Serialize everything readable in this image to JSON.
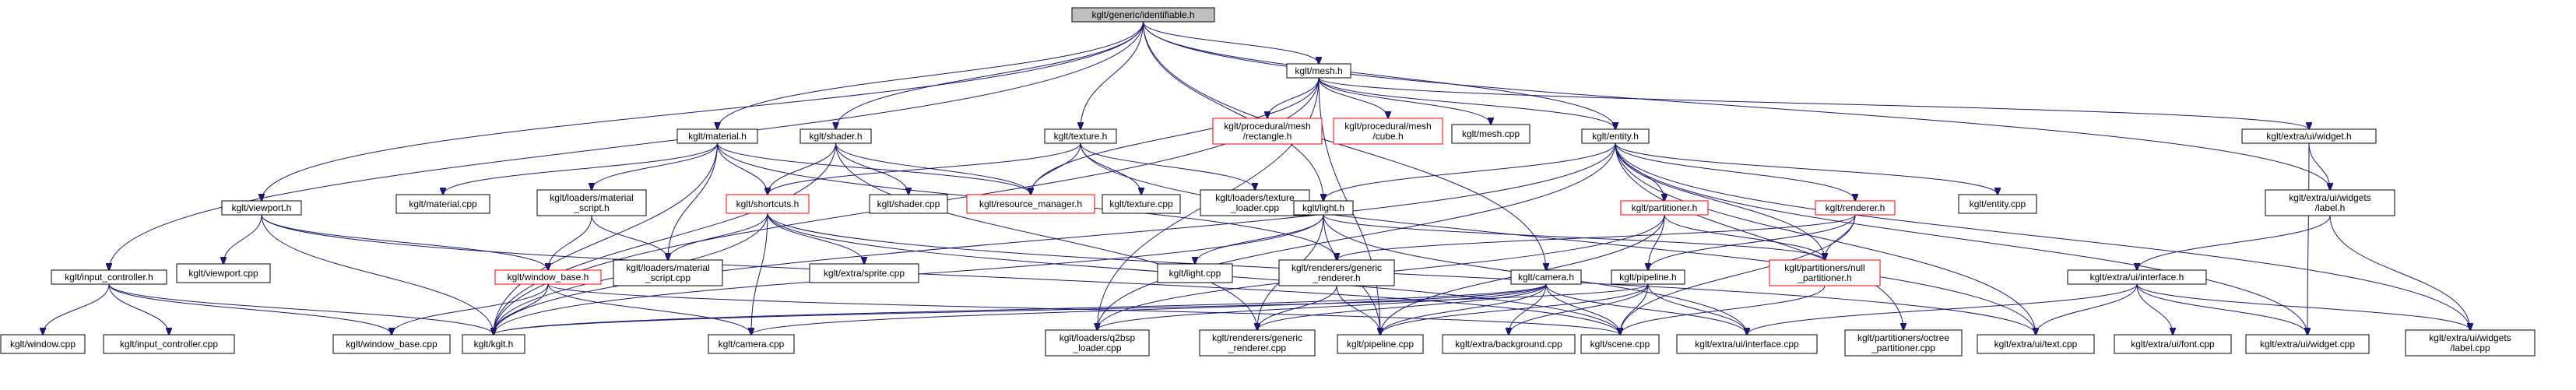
{
  "colors": {
    "edge": "#191970",
    "root_fill": "#bfbfbf",
    "red_border": "#ff0000",
    "black_border": "#000000"
  },
  "nodes": [
    {
      "id": "identifiable",
      "lines": [
        "kglt/generic/identifiable.h"
      ],
      "style": "root"
    },
    {
      "id": "mesh_h",
      "lines": [
        "kglt/mesh.h"
      ],
      "style": "black"
    },
    {
      "id": "material_h",
      "lines": [
        "kglt/material.h"
      ],
      "style": "black"
    },
    {
      "id": "shader_h",
      "lines": [
        "kglt/shader.h"
      ],
      "style": "black"
    },
    {
      "id": "texture_h",
      "lines": [
        "kglt/texture.h"
      ],
      "style": "black"
    },
    {
      "id": "proc_rect",
      "lines": [
        "kglt/procedural/mesh",
        "/rectangle.h"
      ],
      "style": "red"
    },
    {
      "id": "proc_cube",
      "lines": [
        "kglt/procedural/mesh",
        "/cube.h"
      ],
      "style": "red"
    },
    {
      "id": "mesh_cpp",
      "lines": [
        "kglt/mesh.cpp"
      ],
      "style": "black"
    },
    {
      "id": "entity_h",
      "lines": [
        "kglt/entity.h"
      ],
      "style": "black"
    },
    {
      "id": "widget_h",
      "lines": [
        "kglt/extra/ui/widget.h"
      ],
      "style": "black"
    },
    {
      "id": "viewport_h",
      "lines": [
        "kglt/viewport.h"
      ],
      "style": "black"
    },
    {
      "id": "material_cpp",
      "lines": [
        "kglt/material.cpp"
      ],
      "style": "black"
    },
    {
      "id": "mat_script_h",
      "lines": [
        "kglt/loaders/material",
        "_script.h"
      ],
      "style": "black"
    },
    {
      "id": "shortcuts_h",
      "lines": [
        "kglt/shortcuts.h"
      ],
      "style": "red"
    },
    {
      "id": "shader_cpp",
      "lines": [
        "kglt/shader.cpp"
      ],
      "style": "black"
    },
    {
      "id": "resource_mgr",
      "lines": [
        "kglt/resource_manager.h"
      ],
      "style": "red"
    },
    {
      "id": "texture_cpp",
      "lines": [
        "kglt/texture.cpp"
      ],
      "style": "black"
    },
    {
      "id": "tex_loader",
      "lines": [
        "kglt/loaders/texture",
        "_loader.cpp"
      ],
      "style": "black"
    },
    {
      "id": "light_h",
      "lines": [
        "kglt/light.h"
      ],
      "style": "black"
    },
    {
      "id": "partitioner_h",
      "lines": [
        "kglt/partitioner.h"
      ],
      "style": "red"
    },
    {
      "id": "renderer_h",
      "lines": [
        "kglt/renderer.h"
      ],
      "style": "red"
    },
    {
      "id": "entity_cpp",
      "lines": [
        "kglt/entity.cpp"
      ],
      "style": "black"
    },
    {
      "id": "label_h",
      "lines": [
        "kglt/extra/ui/widgets",
        "/label.h"
      ],
      "style": "black"
    },
    {
      "id": "input_ctrl_h",
      "lines": [
        "kglt/input_controller.h"
      ],
      "style": "black"
    },
    {
      "id": "viewport_cpp",
      "lines": [
        "kglt/viewport.cpp"
      ],
      "style": "black"
    },
    {
      "id": "window_base_h",
      "lines": [
        "kglt/window_base.h"
      ],
      "style": "red"
    },
    {
      "id": "mat_script_cpp",
      "lines": [
        "kglt/loaders/material",
        "_script.cpp"
      ],
      "style": "black"
    },
    {
      "id": "sprite_cpp",
      "lines": [
        "kglt/extra/sprite.cpp"
      ],
      "style": "black"
    },
    {
      "id": "light_cpp",
      "lines": [
        "kglt/light.cpp"
      ],
      "style": "black"
    },
    {
      "id": "gen_renderer_h",
      "lines": [
        "kglt/renderers/generic",
        "_renderer.h"
      ],
      "style": "black"
    },
    {
      "id": "camera_h",
      "lines": [
        "kglt/camera.h"
      ],
      "style": "black"
    },
    {
      "id": "pipeline_h",
      "lines": [
        "kglt/pipeline.h"
      ],
      "style": "black"
    },
    {
      "id": "null_part_h",
      "lines": [
        "kglt/partitioners/null",
        "_partitioner.h"
      ],
      "style": "red"
    },
    {
      "id": "interface_h",
      "lines": [
        "kglt/extra/ui/interface.h"
      ],
      "style": "black"
    },
    {
      "id": "window_cpp",
      "lines": [
        "kglt/window.cpp"
      ],
      "style": "black"
    },
    {
      "id": "input_ctrl_cpp",
      "lines": [
        "kglt/input_controller.cpp"
      ],
      "style": "black"
    },
    {
      "id": "window_base_cpp",
      "lines": [
        "kglt/window_base.cpp"
      ],
      "style": "black"
    },
    {
      "id": "kglt_h",
      "lines": [
        "kglt/kglt.h"
      ],
      "style": "black"
    },
    {
      "id": "camera_cpp",
      "lines": [
        "kglt/camera.cpp"
      ],
      "style": "black"
    },
    {
      "id": "q2bsp_cpp",
      "lines": [
        "kglt/loaders/q2bsp",
        "_loader.cpp"
      ],
      "style": "black"
    },
    {
      "id": "gen_renderer_cpp",
      "lines": [
        "kglt/renderers/generic",
        "_renderer.cpp"
      ],
      "style": "black"
    },
    {
      "id": "pipeline_cpp",
      "lines": [
        "kglt/pipeline.cpp"
      ],
      "style": "black"
    },
    {
      "id": "background_cpp",
      "lines": [
        "kglt/extra/background.cpp"
      ],
      "style": "black"
    },
    {
      "id": "scene_cpp",
      "lines": [
        "kglt/scene.cpp"
      ],
      "style": "black"
    },
    {
      "id": "interface_cpp",
      "lines": [
        "kglt/extra/ui/interface.cpp"
      ],
      "style": "black"
    },
    {
      "id": "octree_cpp",
      "lines": [
        "kglt/partitioners/octree",
        "_partitioner.cpp"
      ],
      "style": "black"
    },
    {
      "id": "text_cpp",
      "lines": [
        "kglt/extra/ui/text.cpp"
      ],
      "style": "black"
    },
    {
      "id": "font_cpp",
      "lines": [
        "kglt/extra/ui/font.cpp"
      ],
      "style": "black"
    },
    {
      "id": "widget_cpp",
      "lines": [
        "kglt/extra/ui/widget.cpp"
      ],
      "style": "black"
    },
    {
      "id": "label_cpp",
      "lines": [
        "kglt/extra/ui/widgets",
        "/label.cpp"
      ],
      "style": "black"
    }
  ],
  "edges": [
    [
      "identifiable",
      "mesh_h"
    ],
    [
      "identifiable",
      "material_h"
    ],
    [
      "identifiable",
      "shader_h"
    ],
    [
      "identifiable",
      "texture_h"
    ],
    [
      "identifiable",
      "entity_h"
    ],
    [
      "identifiable",
      "viewport_h"
    ],
    [
      "identifiable",
      "input_ctrl_h"
    ],
    [
      "identifiable",
      "camera_h"
    ],
    [
      "identifiable",
      "light_h"
    ],
    [
      "identifiable",
      "label_h"
    ],
    [
      "mesh_h",
      "proc_rect"
    ],
    [
      "mesh_h",
      "proc_cube"
    ],
    [
      "mesh_h",
      "mesh_cpp"
    ],
    [
      "mesh_h",
      "entity_h"
    ],
    [
      "mesh_h",
      "widget_h"
    ],
    [
      "mesh_h",
      "resource_mgr"
    ],
    [
      "mesh_h",
      "kglt_h"
    ],
    [
      "mesh_h",
      "pipeline_cpp"
    ],
    [
      "mesh_h",
      "q2bsp_cpp"
    ],
    [
      "material_h",
      "material_cpp"
    ],
    [
      "material_h",
      "mat_script_h"
    ],
    [
      "material_h",
      "shortcuts_h"
    ],
    [
      "material_h",
      "resource_mgr"
    ],
    [
      "material_h",
      "mat_script_cpp"
    ],
    [
      "material_h",
      "kglt_h"
    ],
    [
      "material_h",
      "gen_renderer_h"
    ],
    [
      "shader_h",
      "shader_cpp"
    ],
    [
      "shader_h",
      "resource_mgr"
    ],
    [
      "shader_h",
      "shortcuts_h"
    ],
    [
      "shader_h",
      "gen_renderer_cpp"
    ],
    [
      "shader_h",
      "kglt_h"
    ],
    [
      "texture_h",
      "texture_cpp"
    ],
    [
      "texture_h",
      "tex_loader"
    ],
    [
      "texture_h",
      "resource_mgr"
    ],
    [
      "texture_h",
      "shortcuts_h"
    ],
    [
      "texture_h",
      "text_cpp"
    ],
    [
      "entity_h",
      "entity_cpp"
    ],
    [
      "entity_h",
      "partitioner_h"
    ],
    [
      "entity_h",
      "renderer_h"
    ],
    [
      "entity_h",
      "null_part_h"
    ],
    [
      "entity_h",
      "light_h"
    ],
    [
      "entity_h",
      "widget_cpp"
    ],
    [
      "entity_h",
      "label_cpp"
    ],
    [
      "entity_h",
      "octree_cpp"
    ],
    [
      "entity_h",
      "text_cpp"
    ],
    [
      "entity_h",
      "kglt_h"
    ],
    [
      "entity_h",
      "q2bsp_cpp"
    ],
    [
      "widget_h",
      "label_h"
    ],
    [
      "widget_h",
      "widget_cpp"
    ],
    [
      "label_h",
      "interface_h"
    ],
    [
      "label_h",
      "label_cpp"
    ],
    [
      "viewport_h",
      "viewport_cpp"
    ],
    [
      "viewport_h",
      "window_base_h"
    ],
    [
      "viewport_h",
      "kglt_h"
    ],
    [
      "viewport_h",
      "scene_cpp"
    ],
    [
      "mat_script_h",
      "window_base_h"
    ],
    [
      "mat_script_h",
      "mat_script_cpp"
    ],
    [
      "shortcuts_h",
      "mat_script_cpp"
    ],
    [
      "shortcuts_h",
      "sprite_cpp"
    ],
    [
      "shortcuts_h",
      "kglt_h"
    ],
    [
      "shortcuts_h",
      "camera_cpp"
    ],
    [
      "shortcuts_h",
      "scene_cpp"
    ],
    [
      "shortcuts_h",
      "text_cpp"
    ],
    [
      "light_h",
      "light_cpp"
    ],
    [
      "light_h",
      "kglt_h"
    ],
    [
      "light_h",
      "pipeline_cpp"
    ],
    [
      "light_h",
      "gen_renderer_cpp"
    ],
    [
      "light_h",
      "null_part_h"
    ],
    [
      "light_h",
      "interface_cpp"
    ],
    [
      "partitioner_h",
      "pipeline_h"
    ],
    [
      "partitioner_h",
      "null_part_h"
    ],
    [
      "partitioner_h",
      "pipeline_cpp"
    ],
    [
      "partitioner_h",
      "q2bsp_cpp"
    ],
    [
      "renderer_h",
      "gen_renderer_h"
    ],
    [
      "renderer_h",
      "pipeline_h"
    ],
    [
      "renderer_h",
      "null_part_h"
    ],
    [
      "renderer_h",
      "scene_cpp"
    ],
    [
      "input_ctrl_h",
      "window_cpp"
    ],
    [
      "input_ctrl_h",
      "input_ctrl_cpp"
    ],
    [
      "input_ctrl_h",
      "window_base_cpp"
    ],
    [
      "input_ctrl_h",
      "kglt_h"
    ],
    [
      "window_base_h",
      "window_base_cpp"
    ],
    [
      "window_base_h",
      "kglt_h"
    ],
    [
      "window_base_h",
      "camera_cpp"
    ],
    [
      "window_base_h",
      "scene_cpp"
    ],
    [
      "gen_renderer_h",
      "gen_renderer_cpp"
    ],
    [
      "gen_renderer_h",
      "pipeline_cpp"
    ],
    [
      "camera_h",
      "camera_cpp"
    ],
    [
      "camera_h",
      "q2bsp_cpp"
    ],
    [
      "camera_h",
      "gen_renderer_cpp"
    ],
    [
      "camera_h",
      "pipeline_cpp"
    ],
    [
      "camera_h",
      "background_cpp"
    ],
    [
      "camera_h",
      "scene_cpp"
    ],
    [
      "camera_h",
      "interface_cpp"
    ],
    [
      "camera_h",
      "kglt_h"
    ],
    [
      "pipeline_h",
      "pipeline_cpp"
    ],
    [
      "pipeline_h",
      "background_cpp"
    ],
    [
      "pipeline_h",
      "scene_cpp"
    ],
    [
      "pipeline_h",
      "interface_cpp"
    ],
    [
      "pipeline_h",
      "kglt_h"
    ],
    [
      "null_part_h",
      "scene_cpp"
    ],
    [
      "interface_h",
      "interface_cpp"
    ],
    [
      "interface_h",
      "text_cpp"
    ],
    [
      "interface_h",
      "font_cpp"
    ],
    [
      "interface_h",
      "widget_cpp"
    ],
    [
      "interface_h",
      "label_cpp"
    ]
  ]
}
